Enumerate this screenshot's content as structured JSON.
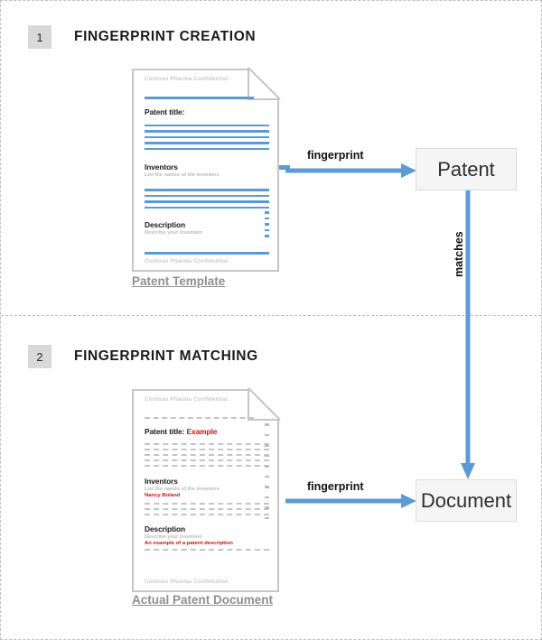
{
  "colors": {
    "accent_blue": "#5b9bd5",
    "red": "#cc1111",
    "gray_box": "#f5f5f5",
    "gray_badge": "#d9d9d9",
    "doc_border": "#c6c6c6",
    "dash_gray": "#bdbdbd"
  },
  "sections": [
    {
      "number": "1",
      "title": "FINGERPRINT CREATION"
    },
    {
      "number": "2",
      "title": "FINGERPRINT MATCHING"
    }
  ],
  "template_doc": {
    "caption": "Patent Template",
    "header_confidential": "Contoso Pharma Confidential",
    "footer_confidential": "Contoso Pharma Confidential",
    "title_label": "Patent title:",
    "inventors_label": "Inventors",
    "inventors_sub": "List the names of the inventors",
    "description_label": "Description",
    "description_sub": "Describe your invention"
  },
  "actual_doc": {
    "caption": "Actual Patent Document",
    "header_confidential": "Contoso Pharma Confidential",
    "footer_confidential": "Contoso Pharma Confidential",
    "title_label": "Patent title:",
    "title_value": "Example",
    "inventors_label": "Inventors",
    "inventors_sub": "List the names of the inventors",
    "inventors_value": "Nancy Boland",
    "description_label": "Description",
    "description_sub": "Describe your invention",
    "description_value": "An example of a patent description"
  },
  "flow": {
    "fingerprint_label_top": "fingerprint",
    "fingerprint_label_bottom": "fingerprint",
    "matches_label": "matches",
    "patent_box": "Patent",
    "document_box": "Document"
  }
}
